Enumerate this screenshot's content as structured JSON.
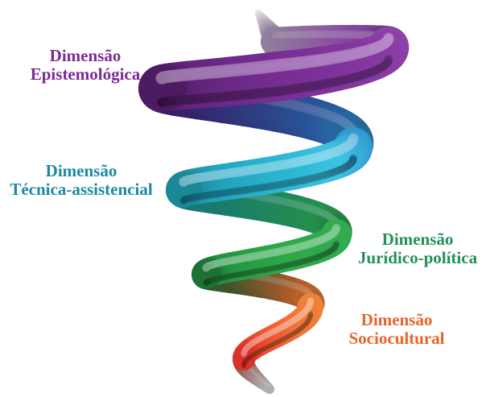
{
  "labels": [
    {
      "line1": "Dimensão",
      "line2": "Epistemológica",
      "color": "#7d2a96"
    },
    {
      "line1": "Dimensão",
      "line2": "Técnica-assistencial",
      "color": "#1d89a2"
    },
    {
      "line1": "Dimensão",
      "line2": "Jurídico-política",
      "color": "#24905a"
    },
    {
      "line1": "Dimensão",
      "line2": "Sociocultural",
      "color": "#e8642b"
    }
  ],
  "spiral": {
    "band_colors": {
      "purple": "#7a2f98",
      "cyan": "#2cb6d4",
      "green": "#2fa84a",
      "orange": "#f2743a",
      "red": "#d92f28",
      "tail_gray": "#c8c8c8"
    }
  }
}
